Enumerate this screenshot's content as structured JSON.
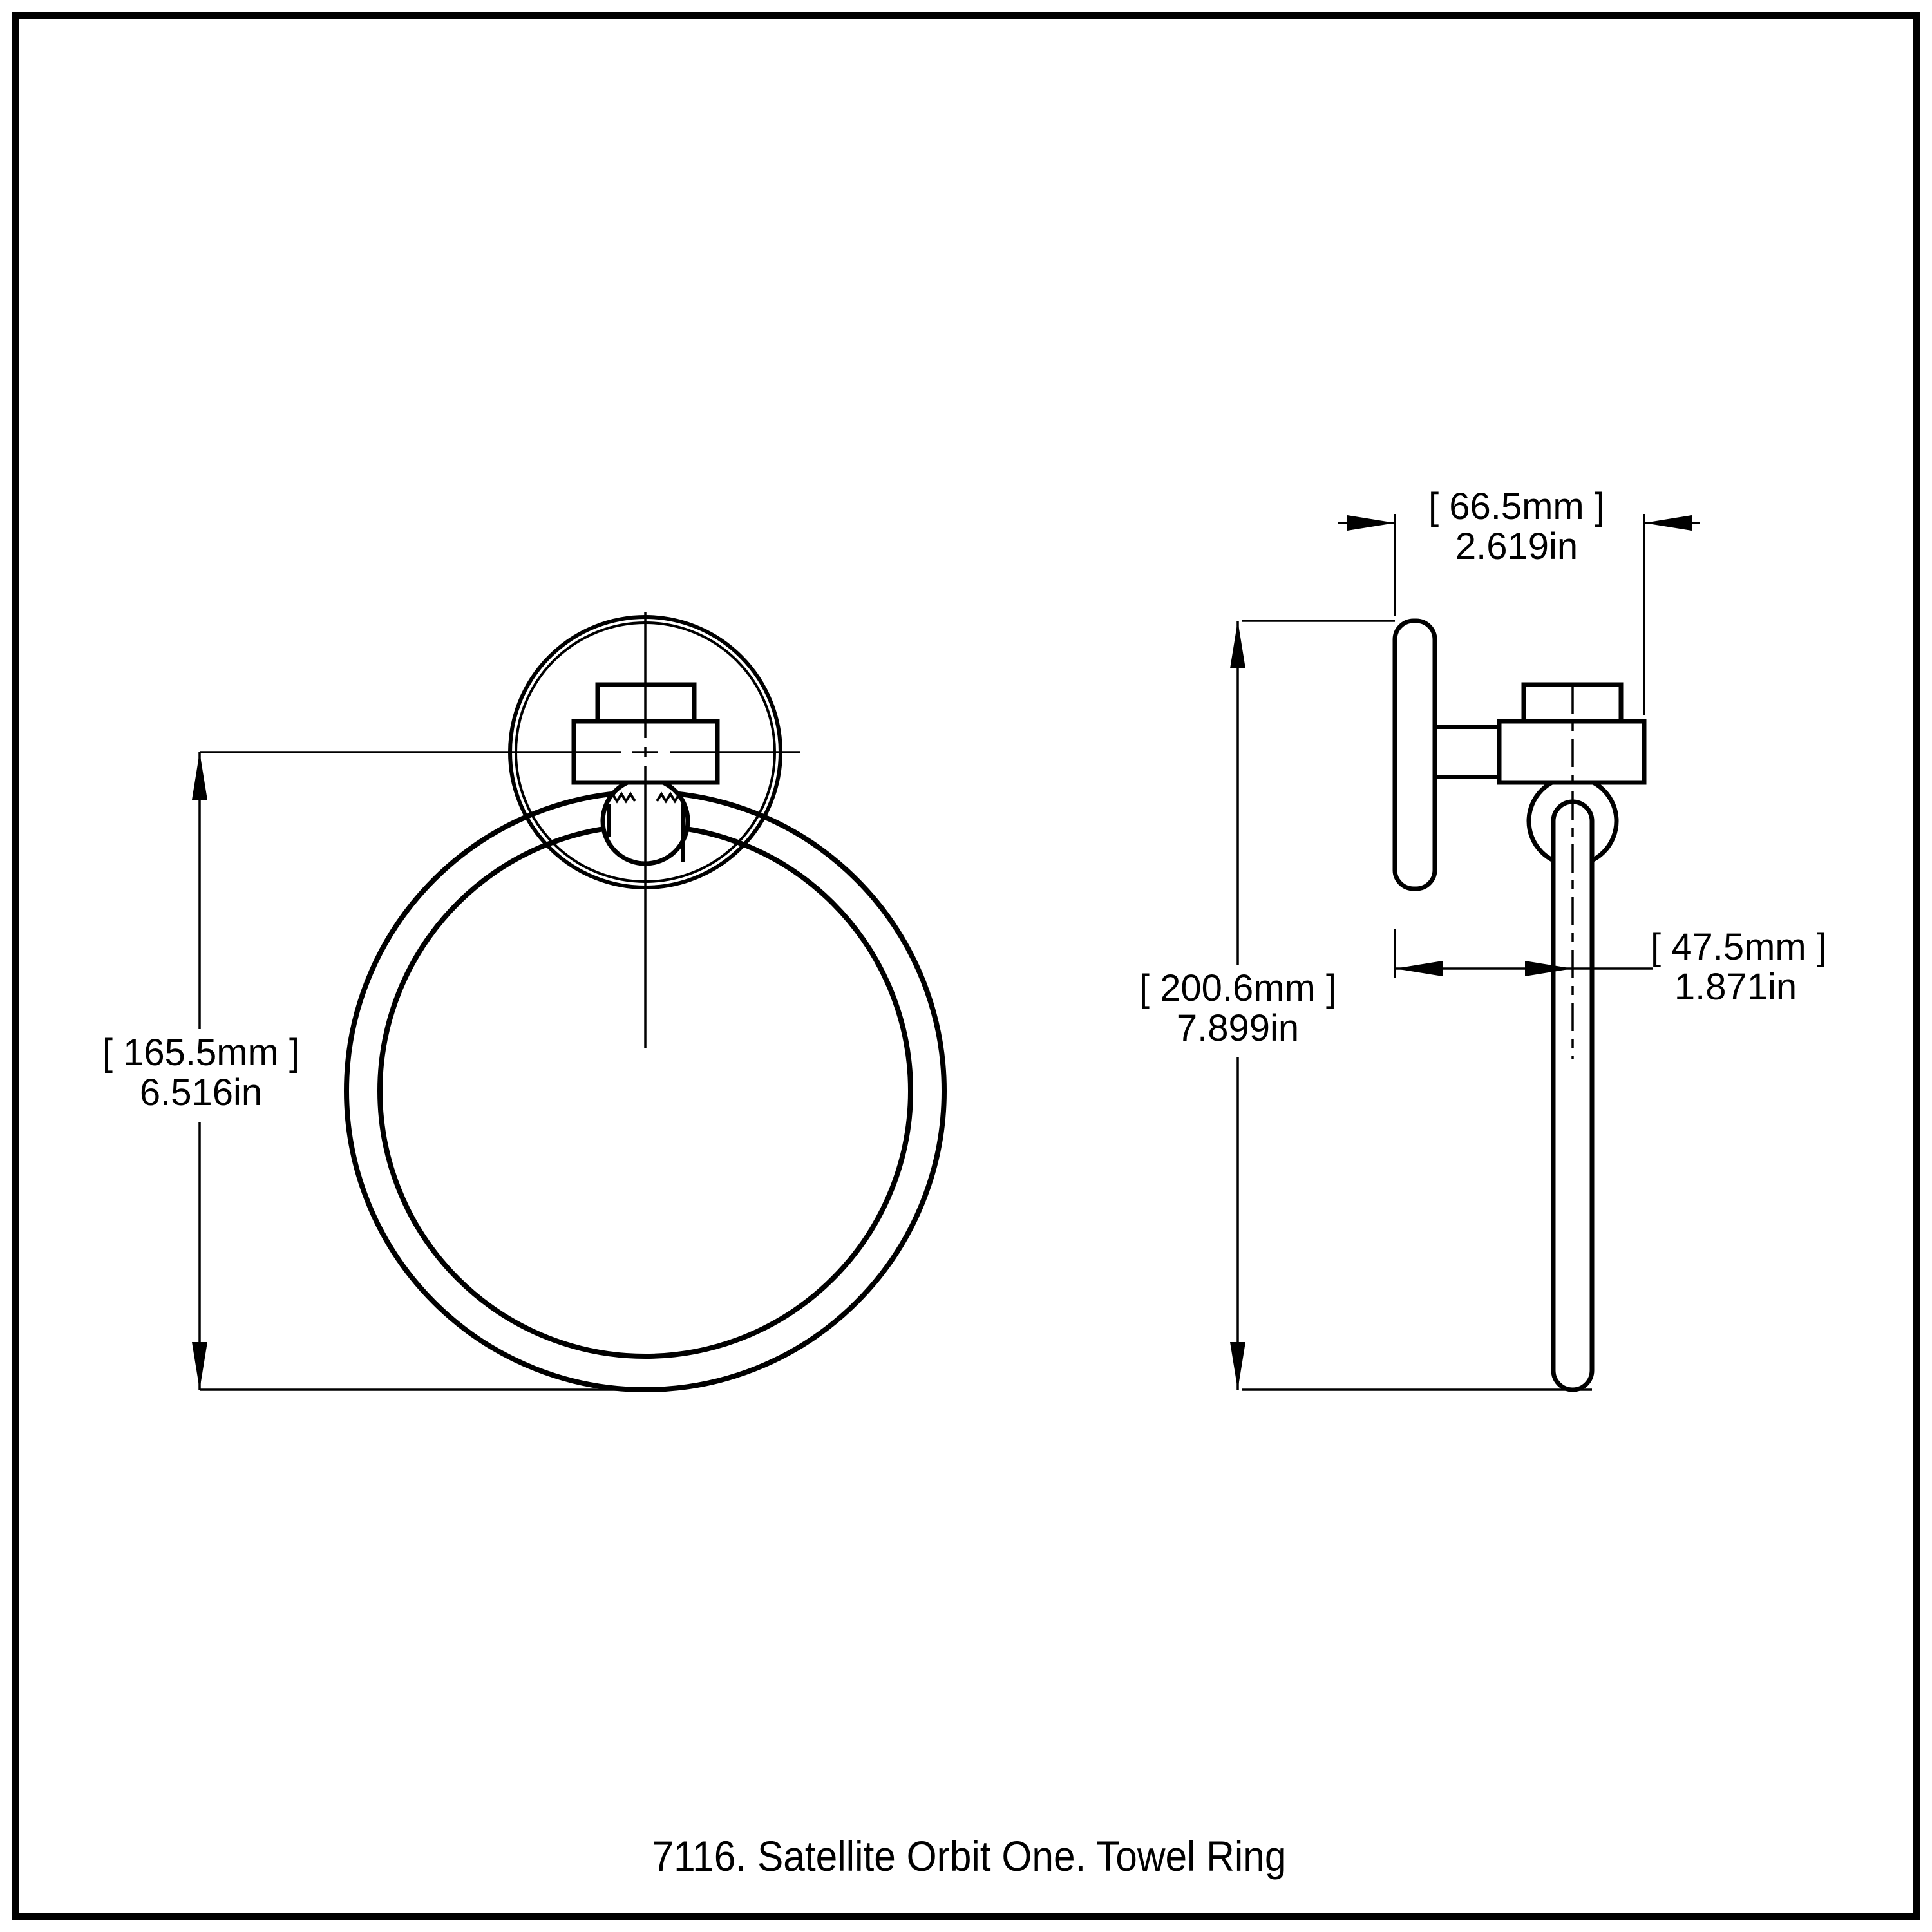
{
  "drawing": {
    "background_color": "#ffffff",
    "line_color": "#000000",
    "caption": "7116. Satellite Orbit One. Towel Ring",
    "front_view": {
      "name": "towel-ring-front-elevation",
      "height_dim": {
        "metric": "[ 165.5mm ]",
        "imperial": "6.516in"
      }
    },
    "side_view": {
      "name": "towel-ring-side-profile",
      "projection_dim": {
        "metric": "[ 66.5mm ]",
        "imperial": "2.619in"
      },
      "height_dim": {
        "metric": "[ 200.6mm ]",
        "imperial": "7.899in"
      },
      "wall_to_ring_dim": {
        "metric": "[ 47.5mm ]",
        "imperial": "1.871in"
      }
    }
  }
}
